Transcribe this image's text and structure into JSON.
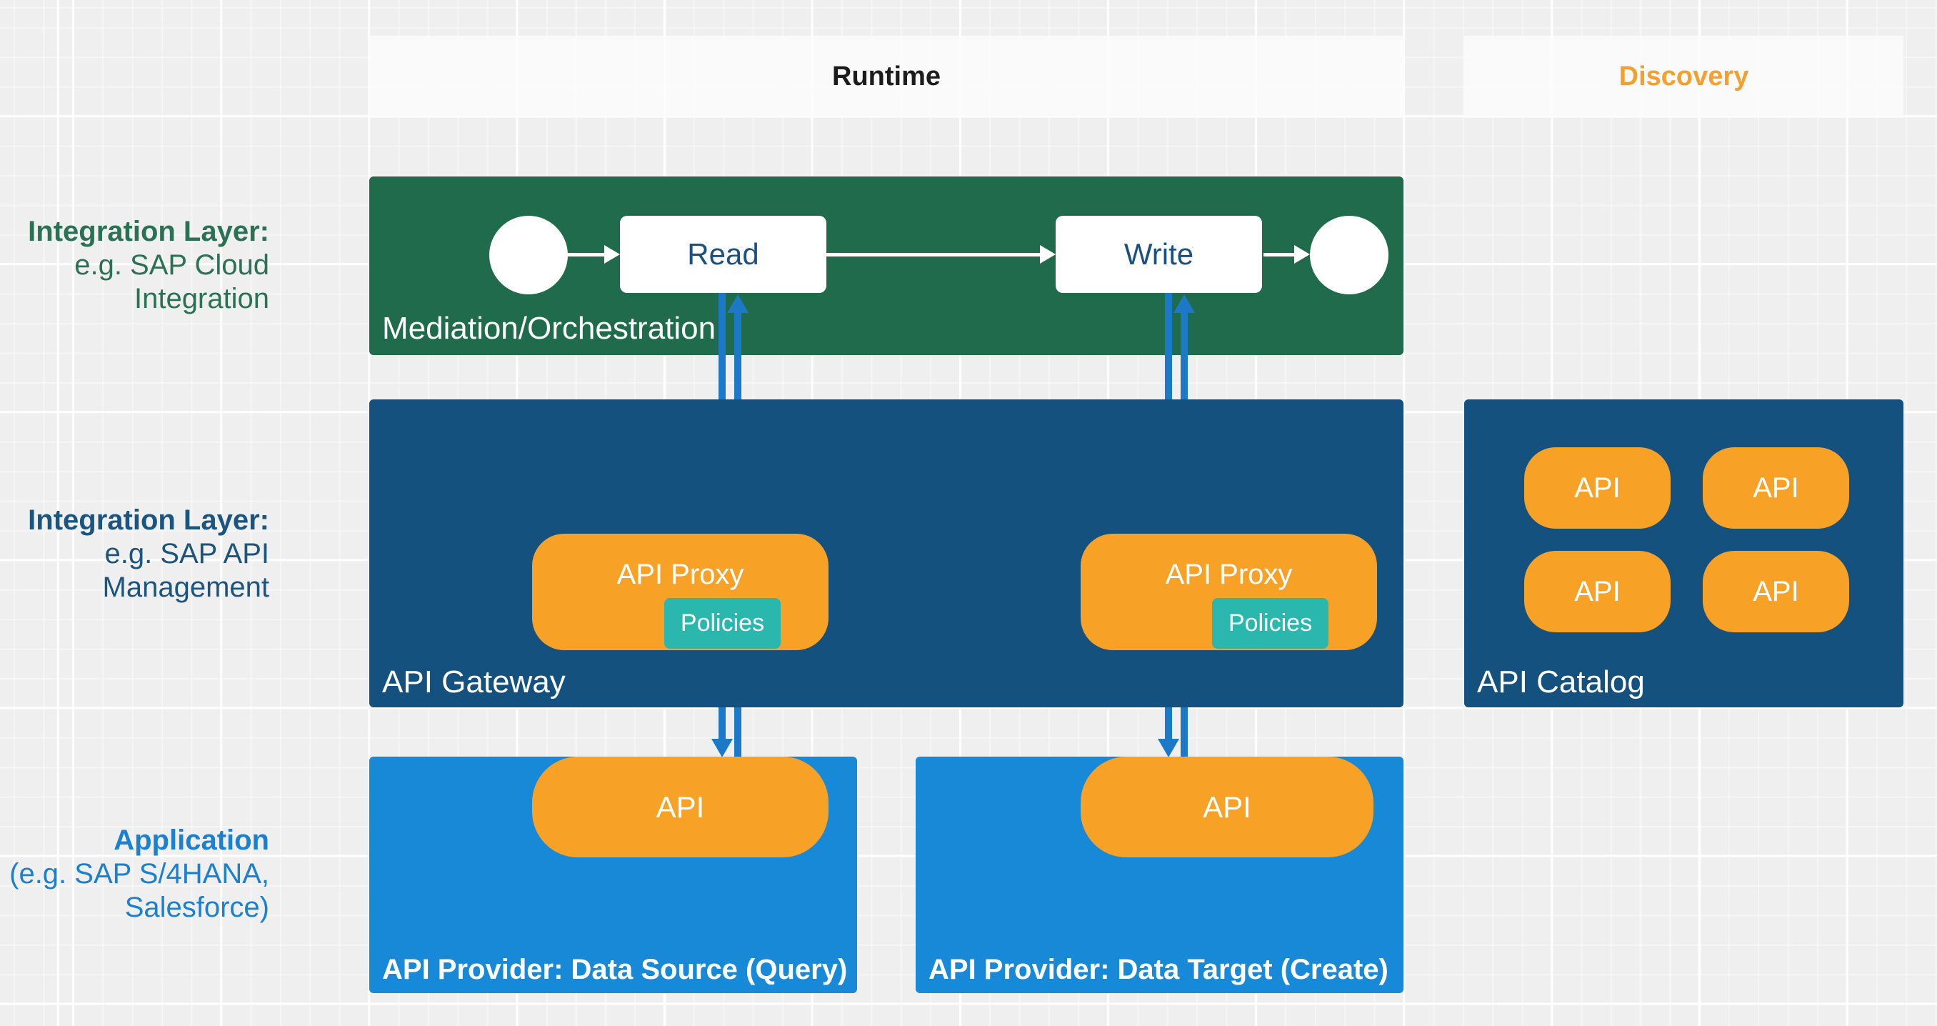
{
  "colors": {
    "background": "#efefef",
    "band": "#f8f8f8",
    "green": "#1f6b4c",
    "dark_blue": "#14517e",
    "bright_blue": "#1789d6",
    "orange": "#f7a127",
    "teal": "#2ab7ae",
    "arrow_blue": "#1b79c8",
    "task_text_navy": "#1b5080",
    "runtime_text": "#1c1c1c",
    "discovery_text": "#f6a02b",
    "label_green": "#2b7156",
    "label_dark_blue": "#1c5480",
    "label_bright_blue": "#1b80cf"
  },
  "header": {
    "runtime": "Runtime",
    "discovery": "Discovery"
  },
  "row_labels": {
    "integration_cloud": {
      "title": "Integration Layer:",
      "line2": "e.g. SAP Cloud",
      "line3": "Integration"
    },
    "integration_apim": {
      "title": "Integration Layer:",
      "line2": "e.g. SAP API",
      "line3": "Management"
    },
    "application": {
      "title": "Application",
      "line2": "(e.g. SAP S/4HANA,",
      "line3": "Salesforce)"
    }
  },
  "mediation": {
    "label": "Mediation/Orchestration",
    "read": "Read",
    "write": "Write"
  },
  "gateway": {
    "label": "API Gateway",
    "proxy1": {
      "label": "API Proxy",
      "policies": "Policies"
    },
    "proxy2": {
      "label": "API Proxy",
      "policies": "Policies"
    }
  },
  "catalog": {
    "label": "API Catalog",
    "pills": [
      "API",
      "API",
      "API",
      "API"
    ]
  },
  "providers": {
    "source": {
      "label": "API Provider: Data Source (Query)",
      "api": "API"
    },
    "target": {
      "label": "API Provider: Data Target (Create)",
      "api": "API"
    }
  }
}
